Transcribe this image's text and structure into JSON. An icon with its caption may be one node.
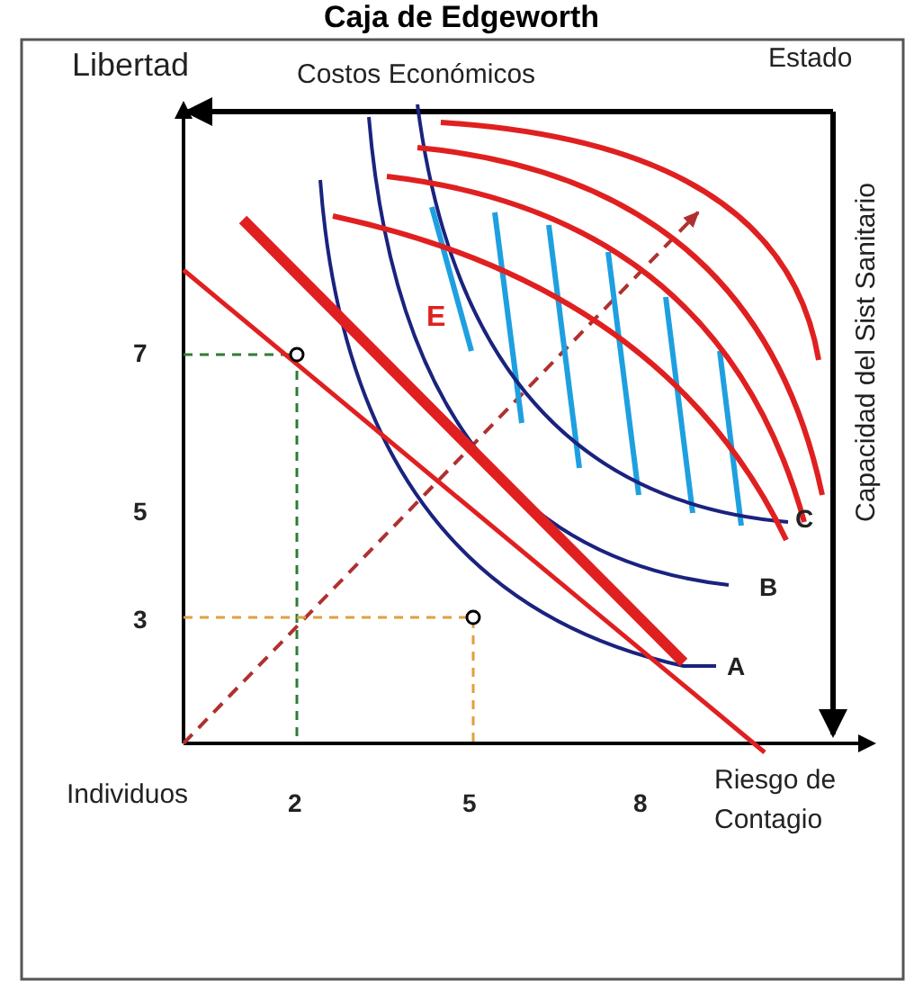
{
  "diagram": {
    "title": "Caja de Edgeworth",
    "labels": [
      "Libertad",
      "Costos Económicos",
      "Estado",
      "Capacidad del Sist Sanitario",
      "E",
      "7",
      "5",
      "C",
      "B",
      "3",
      "A",
      "Individuos",
      "2",
      "5",
      "8",
      "Riesgo de Contagio"
    ]
  }
}
